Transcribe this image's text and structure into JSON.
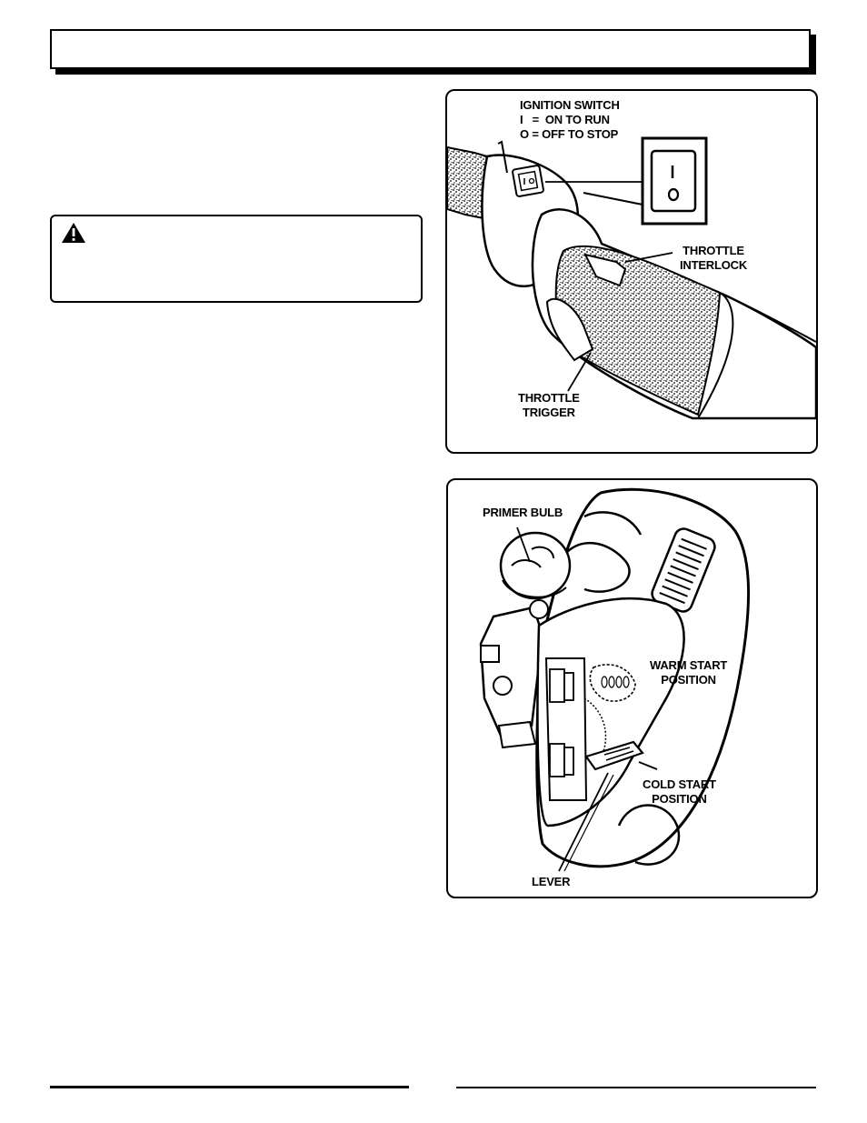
{
  "figure1": {
    "ignition_label": [
      "IGNITION SWITCH",
      "I   =  ON TO RUN",
      "O =  OFF TO STOP"
    ],
    "throttle_interlock": [
      "THROTTLE",
      "INTERLOCK"
    ],
    "throttle_trigger": [
      "THROTTLE",
      "TRIGGER"
    ]
  },
  "figure2": {
    "primer_bulb": "PRIMER BULB",
    "warm_start": [
      "WARM START",
      "POSITION"
    ],
    "cold_start": [
      "COLD START",
      "POSITION"
    ],
    "lever": "LEVER"
  }
}
